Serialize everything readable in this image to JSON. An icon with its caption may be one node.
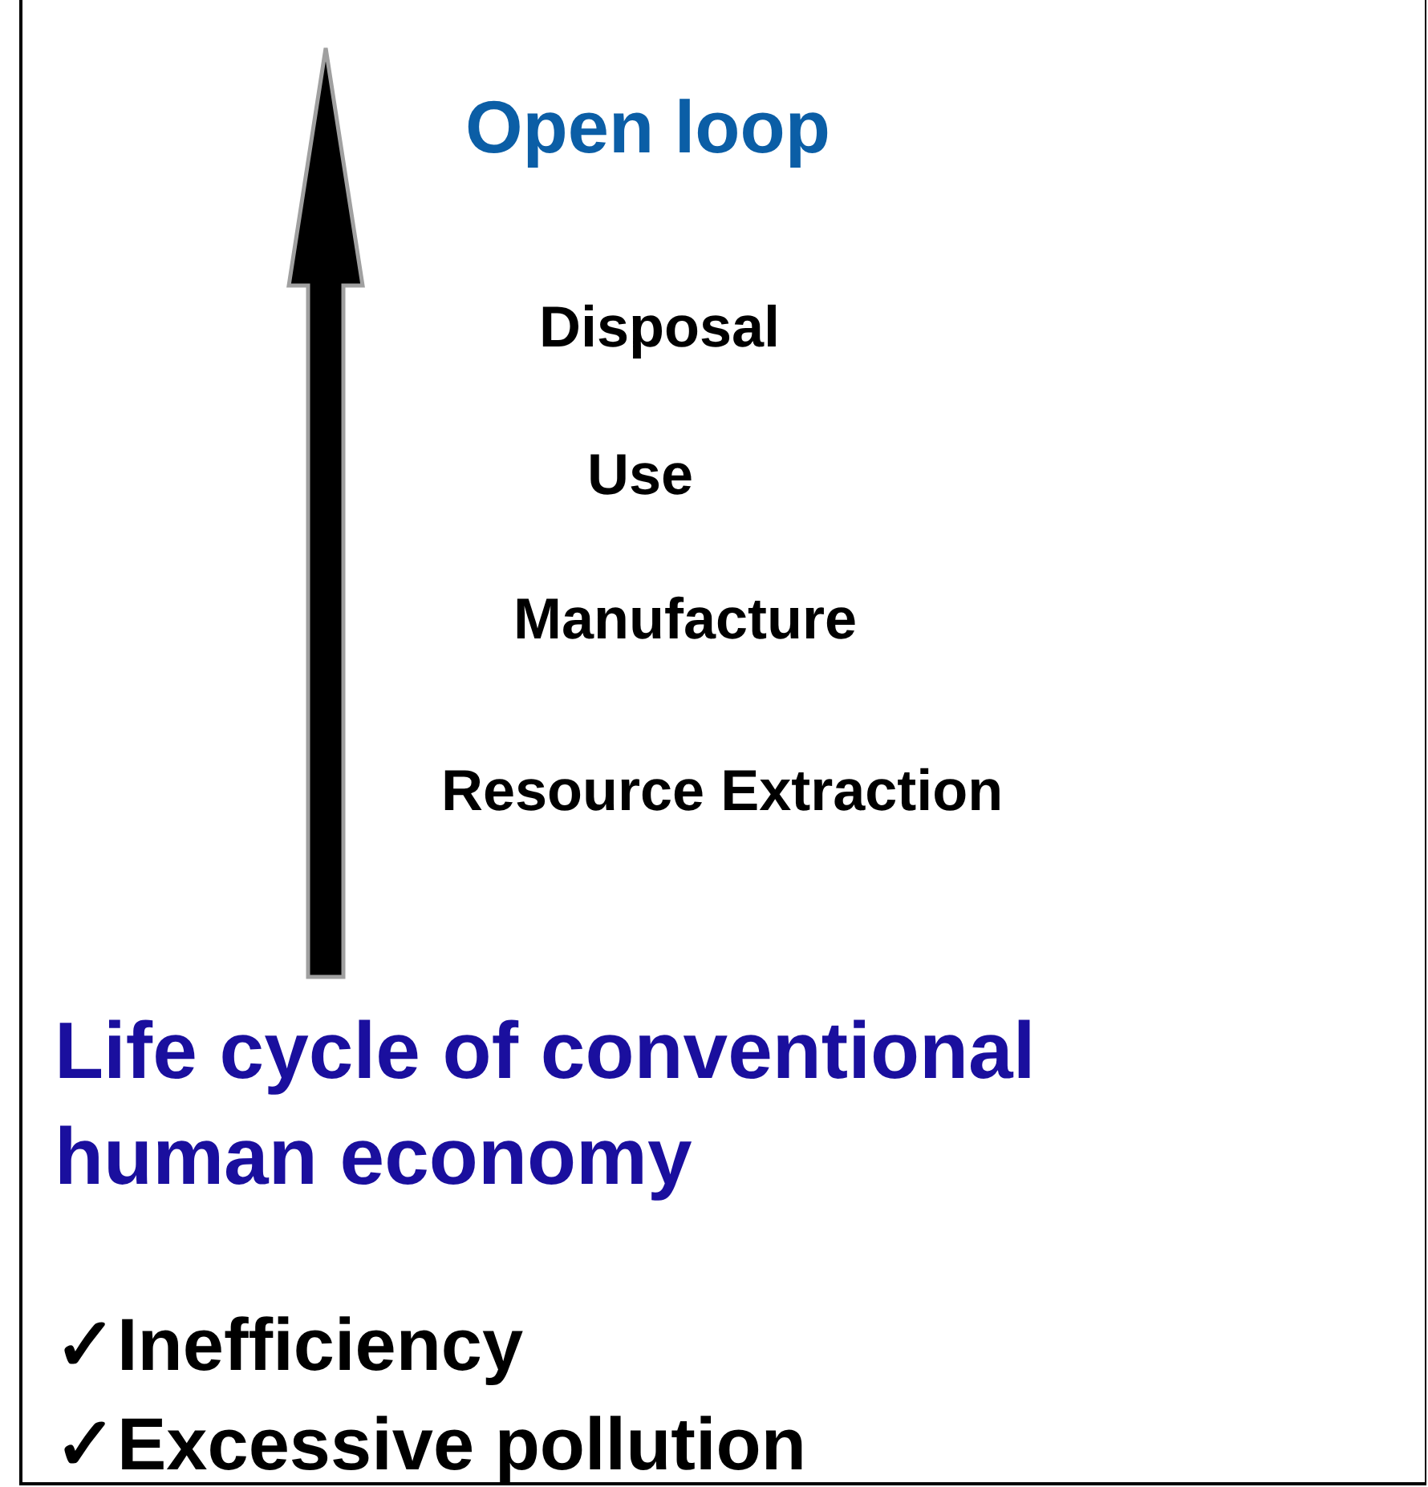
{
  "diagram": {
    "title": "Open loop",
    "labels": [
      "Disposal",
      "Use",
      "Manufacture",
      "Resource Extraction",
      "Life cycle of conventional human economy",
      "✓Inefficiency",
      "✓Excessive pollution"
    ]
  }
}
